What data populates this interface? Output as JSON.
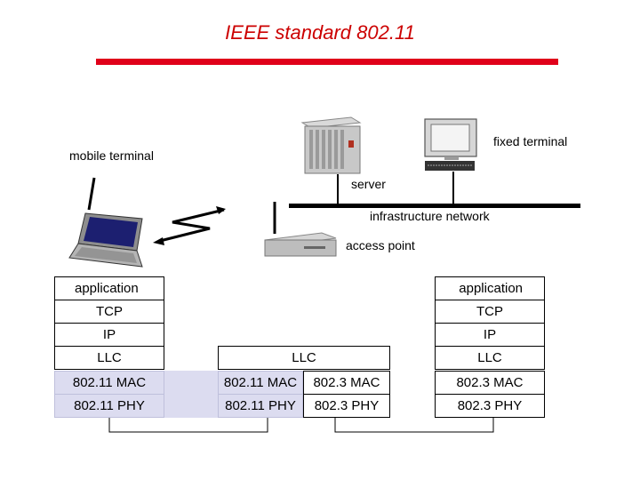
{
  "title": "IEEE standard 802.11",
  "labels": {
    "mobile_terminal": "mobile terminal",
    "fixed_terminal": "fixed terminal",
    "server": "server",
    "infrastructure_network": "infrastructure network",
    "access_point": "access point"
  },
  "stacks": {
    "mobile": {
      "application": "application",
      "tcp": "TCP",
      "ip": "IP",
      "llc": "LLC",
      "mac": "802.11 MAC",
      "phy": "802.11 PHY"
    },
    "access_point": {
      "llc": "LLC",
      "mac_wireless": "802.11 MAC",
      "mac_wired": "802.3 MAC",
      "phy_wireless": "802.11 PHY",
      "phy_wired": "802.3 PHY"
    },
    "fixed": {
      "application": "application",
      "tcp": "TCP",
      "ip": "IP",
      "llc": "LLC",
      "mac": "802.3 MAC",
      "phy": "802.3 PHY"
    }
  },
  "colors": {
    "title": "#cc0000",
    "rule": "#e0001a",
    "shade": "#dcdcf0"
  },
  "icons": [
    "laptop-icon",
    "server-rack-icon",
    "desktop-computer-icon",
    "access-point-icon",
    "wireless-link-icon"
  ]
}
